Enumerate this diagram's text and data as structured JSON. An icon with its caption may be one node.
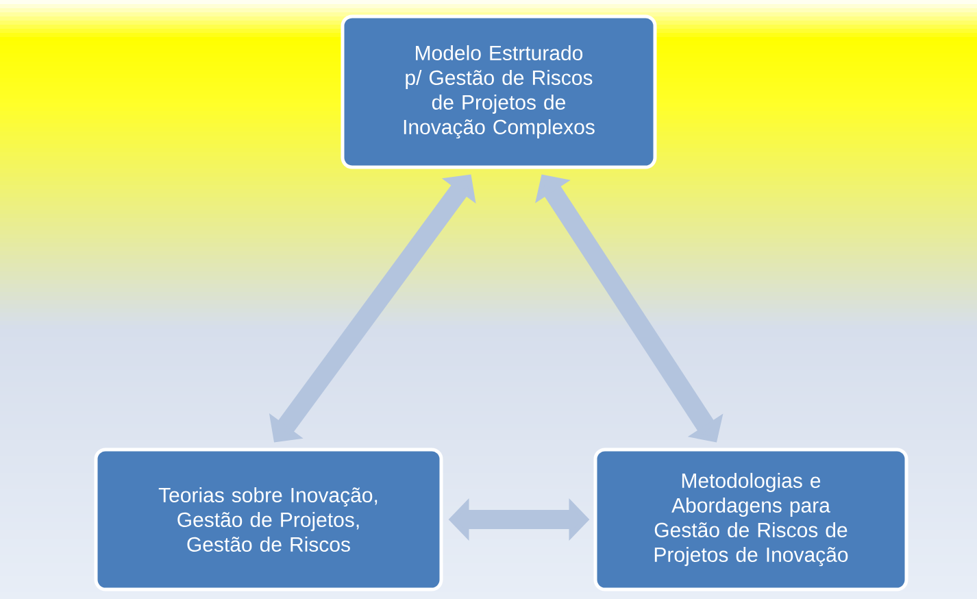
{
  "diagram": {
    "nodes": [
      {
        "text": [
          "Modelo Estrturado p/ Gestão de Riscos de Projetos de Inovação Complexos"
        ]
      },
      {
        "text": [
          "Teorias  sobre Inovação, Gestão de Projetos, Gestão de Riscos"
        ]
      },
      {
        "text": [
          "Metodologias e Abordagens para Gestão de Riscos de Projetos de Inovação"
        ]
      }
    ],
    "edges": [
      {
        "from": 0,
        "to": 1,
        "arrow": "both"
      },
      {
        "from": 0,
        "to": 2,
        "arrow": "both"
      },
      {
        "from": 1,
        "to": 2,
        "arrow": "both"
      }
    ]
  }
}
